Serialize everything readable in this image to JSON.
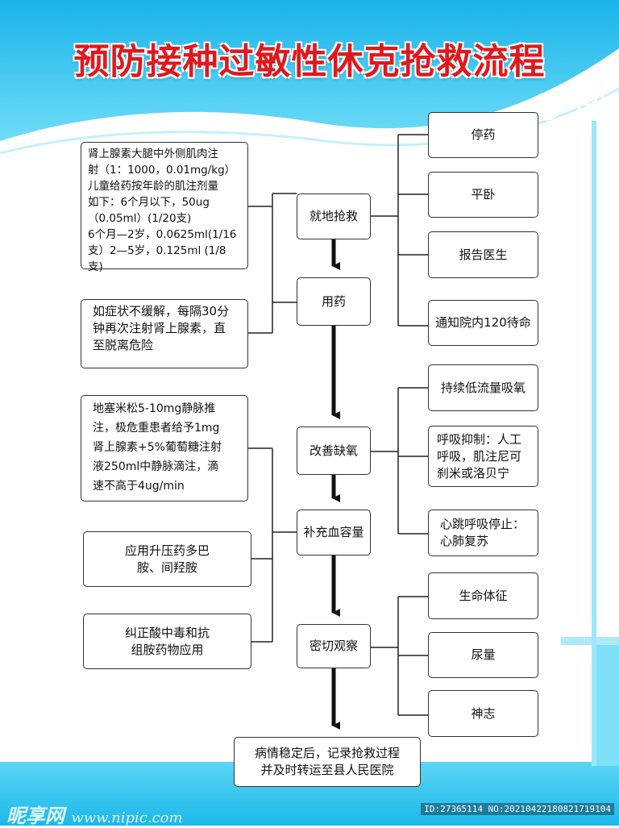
{
  "title": "预防接种过敏性休克抢救流程",
  "colors": {
    "title": "#e0181d",
    "bg_top": "#2ec4ee",
    "bg_accent": "#5fd8f6"
  },
  "main_steps": [
    "就地抢救",
    "用药",
    "改善缺氧",
    "补充血容量",
    "密切观察",
    "病情稳定后，记录抢救过程|并及时转运至县人民医院"
  ],
  "right_group_1": [
    "停药",
    "平卧",
    "报告医生",
    "通知院内120待命"
  ],
  "right_group_2": [
    "持续低流量吸氧",
    "呼吸抑制：人工|呼吸，肌注尼可|刹米或洛贝宁",
    "心跳呼吸停止：|心肺复苏"
  ],
  "right_group_3": [
    "生命体征",
    "尿量",
    "神志"
  ],
  "left_notes": {
    "adrenaline": [
      "肾上腺素大腿中外侧肌肉注",
      "射（1：1000，0.01mg/kg）",
      "儿童给药按年龄的肌注剂量",
      "如下：6个月以下，50ug",
      "（0.05ml）(1/20支)",
      "6个月—2岁，0.0625ml(1/16",
      "支）2—5岁，0.125ml (1/8支)"
    ],
    "repeat": [
      "如症状不缓解，每隔30分",
      "钟再次注射肾上腺素，直",
      "至脱离危险"
    ],
    "dexamethasone": [
      "地塞米松5-10mg静脉推",
      "注，极危重患者给予1mg",
      "肾上腺素+5%葡萄糖注射",
      "液250ml中静脉滴注，滴",
      "速不高于4ug/min"
    ],
    "pressor": [
      "应用升压药多巴",
      "胺、间羟胺"
    ],
    "acidosis": [
      "纠正酸中毒和抗",
      "组胺药物应用"
    ]
  },
  "watermark": {
    "brand": "昵享网",
    "url": "www.nipic.com",
    "id": "ID:27365114 NO:20210422180821719104"
  }
}
